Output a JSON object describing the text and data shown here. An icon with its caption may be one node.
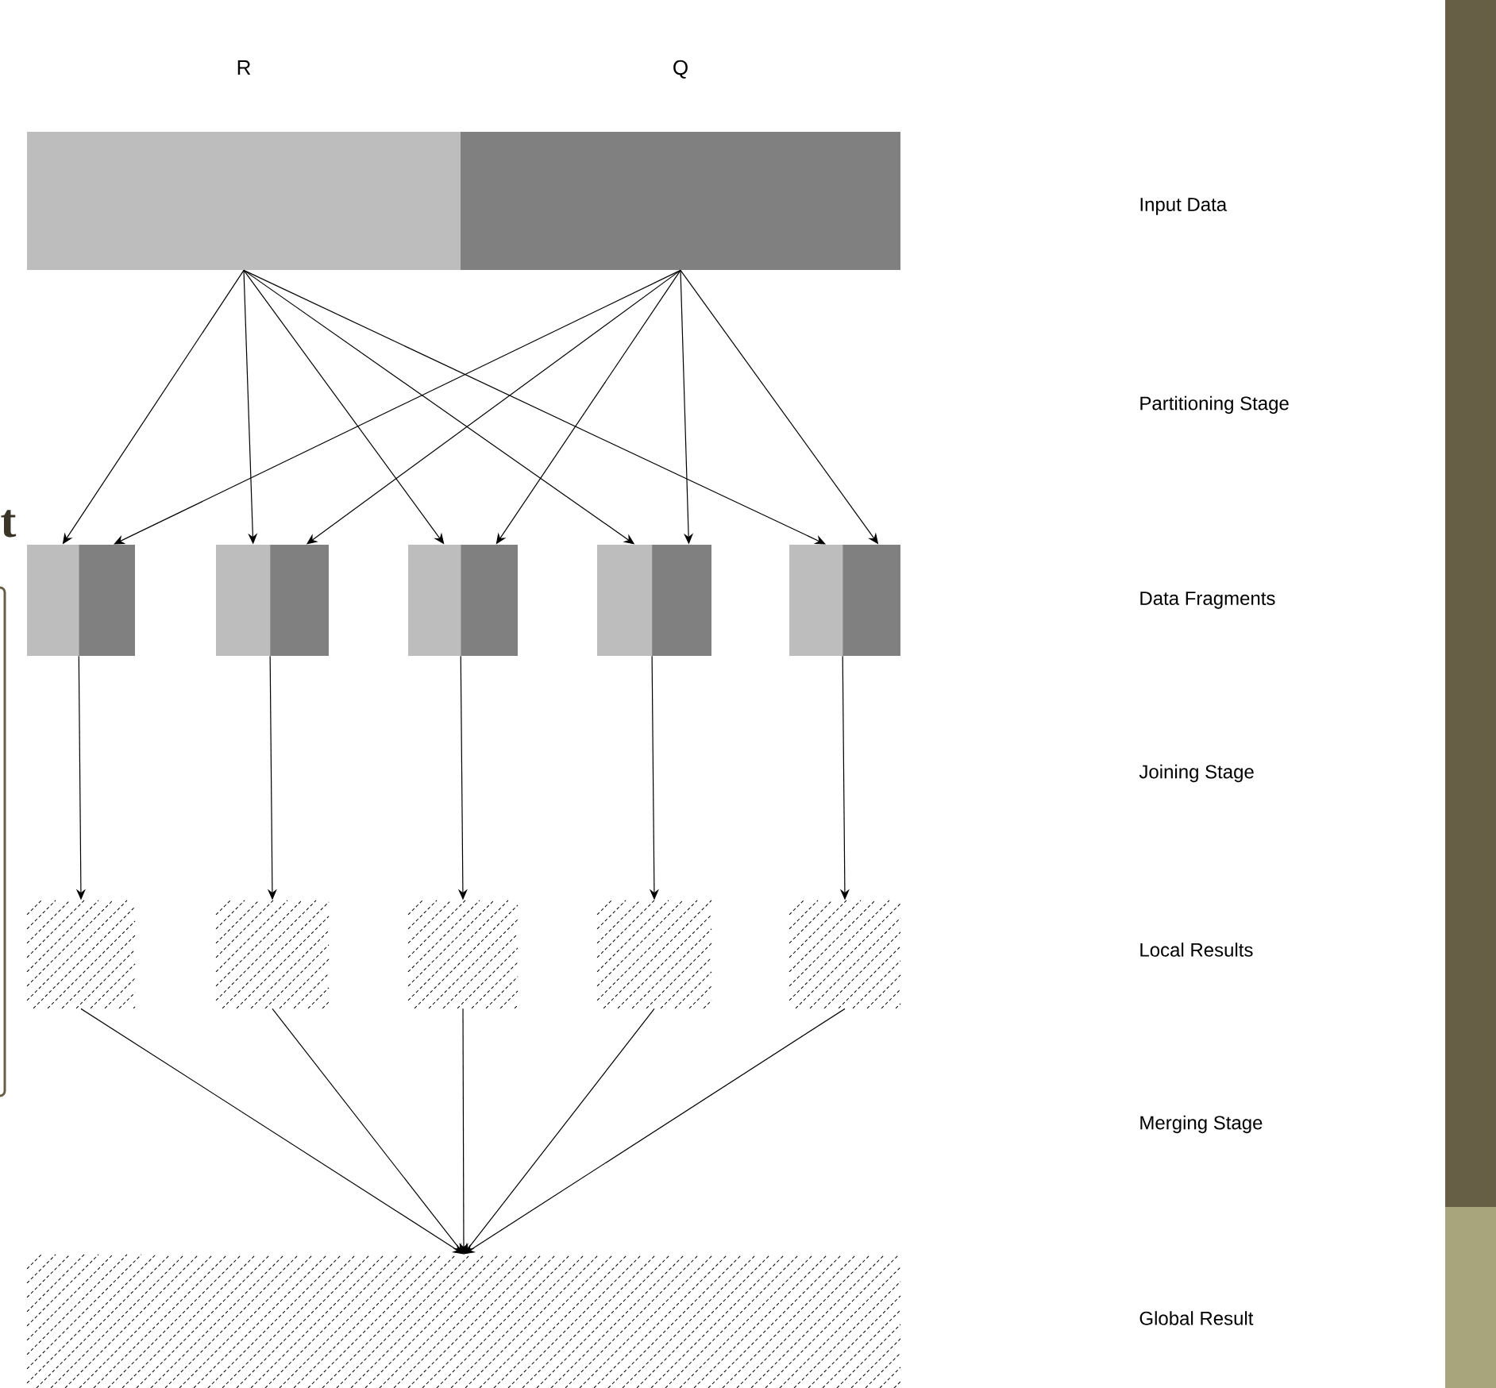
{
  "diagram": {
    "nodes": [
      {
        "text": [
          "R"
        ]
      },
      {
        "text": [
          "Q"
        ]
      },
      {
        "text": [],
        "shape": "box"
      },
      {
        "text": [],
        "shape": "box"
      },
      {
        "text": [],
        "shape": "box"
      },
      {
        "text": [],
        "shape": "box"
      },
      {
        "text": [],
        "shape": "box"
      },
      {
        "text": [],
        "shape": "box"
      },
      {
        "text": [],
        "shape": "box"
      },
      {
        "text": [],
        "shape": "box"
      },
      {
        "text": [],
        "shape": "box"
      },
      {
        "text": [],
        "shape": "box"
      },
      {
        "text": [],
        "shape": "box"
      }
    ],
    "edges": [
      {
        "from": 0,
        "to": 2,
        "arrow": "to"
      },
      {
        "from": 0,
        "to": 3,
        "arrow": "to"
      },
      {
        "from": 0,
        "to": 4,
        "arrow": "to"
      },
      {
        "from": 0,
        "to": 5,
        "arrow": "to"
      },
      {
        "from": 0,
        "to": 6,
        "arrow": "to"
      },
      {
        "from": 1,
        "to": 2,
        "arrow": "to"
      },
      {
        "from": 1,
        "to": 3,
        "arrow": "to"
      },
      {
        "from": 1,
        "to": 4,
        "arrow": "to"
      },
      {
        "from": 1,
        "to": 5,
        "arrow": "to"
      },
      {
        "from": 1,
        "to": 6,
        "arrow": "to"
      },
      {
        "from": 2,
        "to": 7,
        "arrow": "to"
      },
      {
        "from": 3,
        "to": 8,
        "arrow": "to"
      },
      {
        "from": 4,
        "to": 9,
        "arrow": "to"
      },
      {
        "from": 5,
        "to": 10,
        "arrow": "to"
      },
      {
        "from": 6,
        "to": 11,
        "arrow": "to"
      },
      {
        "from": 7,
        "to": 12,
        "arrow": "to"
      },
      {
        "from": 8,
        "to": 12,
        "arrow": "to"
      },
      {
        "from": 9,
        "to": 12,
        "arrow": "to"
      },
      {
        "from": 10,
        "to": 12,
        "arrow": "to"
      },
      {
        "from": 11,
        "to": 12,
        "arrow": "to"
      }
    ],
    "labels": [
      "t",
      "Input Data",
      "Partitioning Stage",
      "Data Fragments",
      "Joining Stage",
      "Local Results",
      "Merging Stage",
      "Global Result"
    ]
  }
}
